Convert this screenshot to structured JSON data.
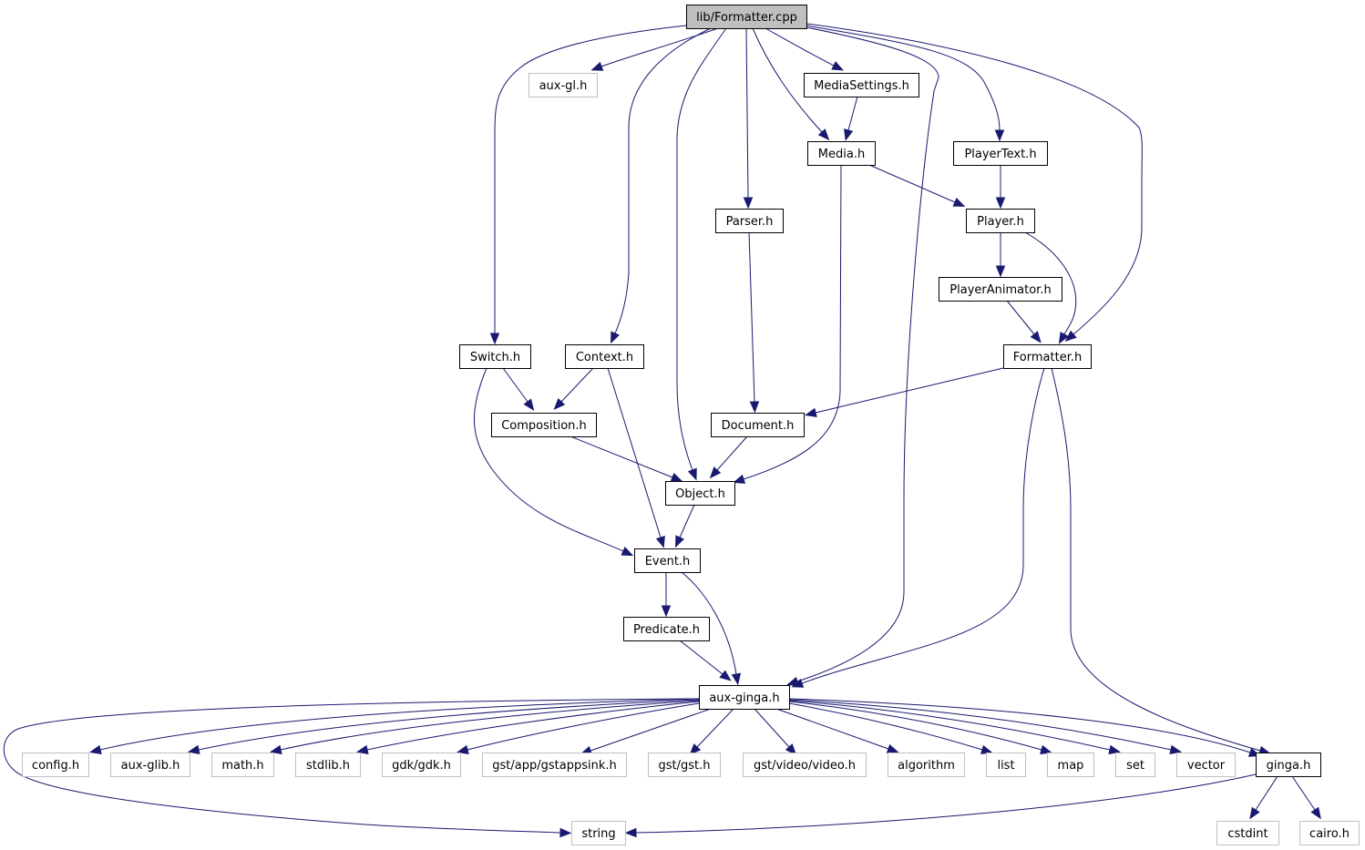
{
  "title": "lib/Formatter.cpp include dependency graph",
  "colors": {
    "edge": "#191970",
    "root_fill": "#bfbfbf",
    "documented_border": "#000000",
    "external_border": "#bfbfbf",
    "node_fill": "#ffffff"
  },
  "nodes": [
    {
      "id": "root",
      "label": "lib/Formatter.cpp",
      "kind": "root"
    },
    {
      "id": "auxgl",
      "label": "aux-gl.h",
      "kind": "external"
    },
    {
      "id": "mediasettings",
      "label": "MediaSettings.h",
      "kind": "documented"
    },
    {
      "id": "media",
      "label": "Media.h",
      "kind": "documented"
    },
    {
      "id": "playertext",
      "label": "PlayerText.h",
      "kind": "documented"
    },
    {
      "id": "parser",
      "label": "Parser.h",
      "kind": "documented"
    },
    {
      "id": "player",
      "label": "Player.h",
      "kind": "documented"
    },
    {
      "id": "playeranimator",
      "label": "PlayerAnimator.h",
      "kind": "documented"
    },
    {
      "id": "switch",
      "label": "Switch.h",
      "kind": "documented"
    },
    {
      "id": "context",
      "label": "Context.h",
      "kind": "documented"
    },
    {
      "id": "formatter",
      "label": "Formatter.h",
      "kind": "documented"
    },
    {
      "id": "composition",
      "label": "Composition.h",
      "kind": "documented"
    },
    {
      "id": "document",
      "label": "Document.h",
      "kind": "documented"
    },
    {
      "id": "object",
      "label": "Object.h",
      "kind": "documented"
    },
    {
      "id": "event",
      "label": "Event.h",
      "kind": "documented"
    },
    {
      "id": "predicate",
      "label": "Predicate.h",
      "kind": "documented"
    },
    {
      "id": "auxginga",
      "label": "aux-ginga.h",
      "kind": "documented"
    },
    {
      "id": "config",
      "label": "config.h",
      "kind": "external"
    },
    {
      "id": "auxglib",
      "label": "aux-glib.h",
      "kind": "external"
    },
    {
      "id": "math",
      "label": "math.h",
      "kind": "external"
    },
    {
      "id": "stdlib",
      "label": "stdlib.h",
      "kind": "external"
    },
    {
      "id": "gdk",
      "label": "gdk/gdk.h",
      "kind": "external"
    },
    {
      "id": "gstappsink",
      "label": "gst/app/gstappsink.h",
      "kind": "external"
    },
    {
      "id": "gst",
      "label": "gst/gst.h",
      "kind": "external"
    },
    {
      "id": "gstvideo",
      "label": "gst/video/video.h",
      "kind": "external"
    },
    {
      "id": "algorithm",
      "label": "algorithm",
      "kind": "external"
    },
    {
      "id": "list",
      "label": "list",
      "kind": "external"
    },
    {
      "id": "map",
      "label": "map",
      "kind": "external"
    },
    {
      "id": "set",
      "label": "set",
      "kind": "external"
    },
    {
      "id": "vector",
      "label": "vector",
      "kind": "external"
    },
    {
      "id": "ginga",
      "label": "ginga.h",
      "kind": "documented"
    },
    {
      "id": "string",
      "label": "string",
      "kind": "external"
    },
    {
      "id": "cstdint",
      "label": "cstdint",
      "kind": "external"
    },
    {
      "id": "cairo",
      "label": "cairo.h",
      "kind": "external"
    }
  ],
  "edges": [
    {
      "from": "root",
      "to": "auxgl"
    },
    {
      "from": "root",
      "to": "switch"
    },
    {
      "from": "root",
      "to": "context"
    },
    {
      "from": "root",
      "to": "object"
    },
    {
      "from": "root",
      "to": "parser"
    },
    {
      "from": "root",
      "to": "media"
    },
    {
      "from": "root",
      "to": "mediasettings"
    },
    {
      "from": "root",
      "to": "auxginga"
    },
    {
      "from": "root",
      "to": "playertext"
    },
    {
      "from": "root",
      "to": "formatter"
    },
    {
      "from": "mediasettings",
      "to": "media"
    },
    {
      "from": "media",
      "to": "player"
    },
    {
      "from": "media",
      "to": "object"
    },
    {
      "from": "playertext",
      "to": "player"
    },
    {
      "from": "player",
      "to": "playeranimator"
    },
    {
      "from": "player",
      "to": "formatter"
    },
    {
      "from": "playeranimator",
      "to": "formatter"
    },
    {
      "from": "parser",
      "to": "document"
    },
    {
      "from": "formatter",
      "to": "document"
    },
    {
      "from": "formatter",
      "to": "auxginga"
    },
    {
      "from": "formatter",
      "to": "ginga"
    },
    {
      "from": "switch",
      "to": "composition"
    },
    {
      "from": "switch",
      "to": "event"
    },
    {
      "from": "context",
      "to": "composition"
    },
    {
      "from": "context",
      "to": "event"
    },
    {
      "from": "composition",
      "to": "object"
    },
    {
      "from": "document",
      "to": "object"
    },
    {
      "from": "object",
      "to": "event"
    },
    {
      "from": "event",
      "to": "predicate"
    },
    {
      "from": "event",
      "to": "auxginga"
    },
    {
      "from": "predicate",
      "to": "auxginga"
    },
    {
      "from": "auxginga",
      "to": "config"
    },
    {
      "from": "auxginga",
      "to": "auxglib"
    },
    {
      "from": "auxginga",
      "to": "math"
    },
    {
      "from": "auxginga",
      "to": "stdlib"
    },
    {
      "from": "auxginga",
      "to": "gdk"
    },
    {
      "from": "auxginga",
      "to": "gstappsink"
    },
    {
      "from": "auxginga",
      "to": "gst"
    },
    {
      "from": "auxginga",
      "to": "gstvideo"
    },
    {
      "from": "auxginga",
      "to": "algorithm"
    },
    {
      "from": "auxginga",
      "to": "list"
    },
    {
      "from": "auxginga",
      "to": "map"
    },
    {
      "from": "auxginga",
      "to": "set"
    },
    {
      "from": "auxginga",
      "to": "vector"
    },
    {
      "from": "auxginga",
      "to": "ginga"
    },
    {
      "from": "auxginga",
      "to": "string"
    },
    {
      "from": "ginga",
      "to": "string"
    },
    {
      "from": "ginga",
      "to": "cstdint"
    },
    {
      "from": "ginga",
      "to": "cairo"
    }
  ]
}
